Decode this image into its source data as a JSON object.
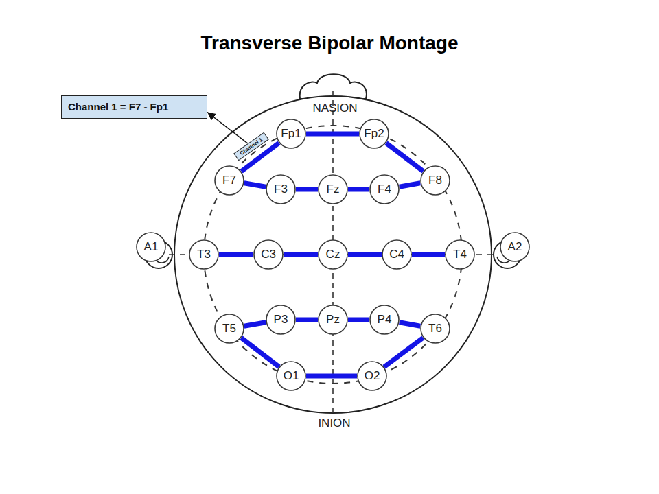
{
  "diagram": {
    "title": "Transverse Bipolar Montage",
    "nodes": [
      {
        "text": [
          "Channel 1 = F7 - Fp1"
        ]
      },
      {
        "text": [
          "Channel 1"
        ]
      },
      {
        "text": [
          "Fp1"
        ]
      },
      {
        "text": [
          "Fp2"
        ]
      },
      {
        "text": [
          "F7"
        ]
      },
      {
        "text": [
          "F3"
        ]
      },
      {
        "text": [
          "Fz"
        ]
      },
      {
        "text": [
          "F4"
        ]
      },
      {
        "text": [
          "F8"
        ]
      },
      {
        "text": [
          "A1"
        ]
      },
      {
        "text": [
          "T3"
        ]
      },
      {
        "text": [
          "C3"
        ]
      },
      {
        "text": [
          "Cz"
        ]
      },
      {
        "text": [
          "C4"
        ]
      },
      {
        "text": [
          "T4"
        ]
      },
      {
        "text": [
          "A2"
        ]
      },
      {
        "text": [
          "T5"
        ]
      },
      {
        "text": [
          "P3"
        ]
      },
      {
        "text": [
          "Pz"
        ]
      },
      {
        "text": [
          "P4"
        ]
      },
      {
        "text": [
          "T6"
        ]
      },
      {
        "text": [
          "O1"
        ]
      },
      {
        "text": [
          "O2"
        ]
      }
    ],
    "edges": [
      {
        "from": 1,
        "to": 0,
        "arrow": "to"
      },
      {
        "from": 4,
        "to": 2,
        "arrow": "none"
      },
      {
        "from": 2,
        "to": 3,
        "arrow": "none"
      },
      {
        "from": 3,
        "to": 8,
        "arrow": "none"
      },
      {
        "from": 4,
        "to": 5,
        "arrow": "none"
      },
      {
        "from": 5,
        "to": 6,
        "arrow": "none"
      },
      {
        "from": 6,
        "to": 7,
        "arrow": "none"
      },
      {
        "from": 7,
        "to": 8,
        "arrow": "none"
      },
      {
        "from": 10,
        "to": 11,
        "arrow": "none"
      },
      {
        "from": 11,
        "to": 12,
        "arrow": "none"
      },
      {
        "from": 12,
        "to": 13,
        "arrow": "none"
      },
      {
        "from": 13,
        "to": 14,
        "arrow": "none"
      },
      {
        "from": 16,
        "to": 17,
        "arrow": "none"
      },
      {
        "from": 17,
        "to": 18,
        "arrow": "none"
      },
      {
        "from": 18,
        "to": 19,
        "arrow": "none"
      },
      {
        "from": 19,
        "to": 20,
        "arrow": "none"
      },
      {
        "from": 16,
        "to": 21,
        "arrow": "none"
      },
      {
        "from": 21,
        "to": 22,
        "arrow": "none"
      },
      {
        "from": 22,
        "to": 20,
        "arrow": "none"
      }
    ],
    "labels": [
      "NASION",
      "INION"
    ]
  }
}
